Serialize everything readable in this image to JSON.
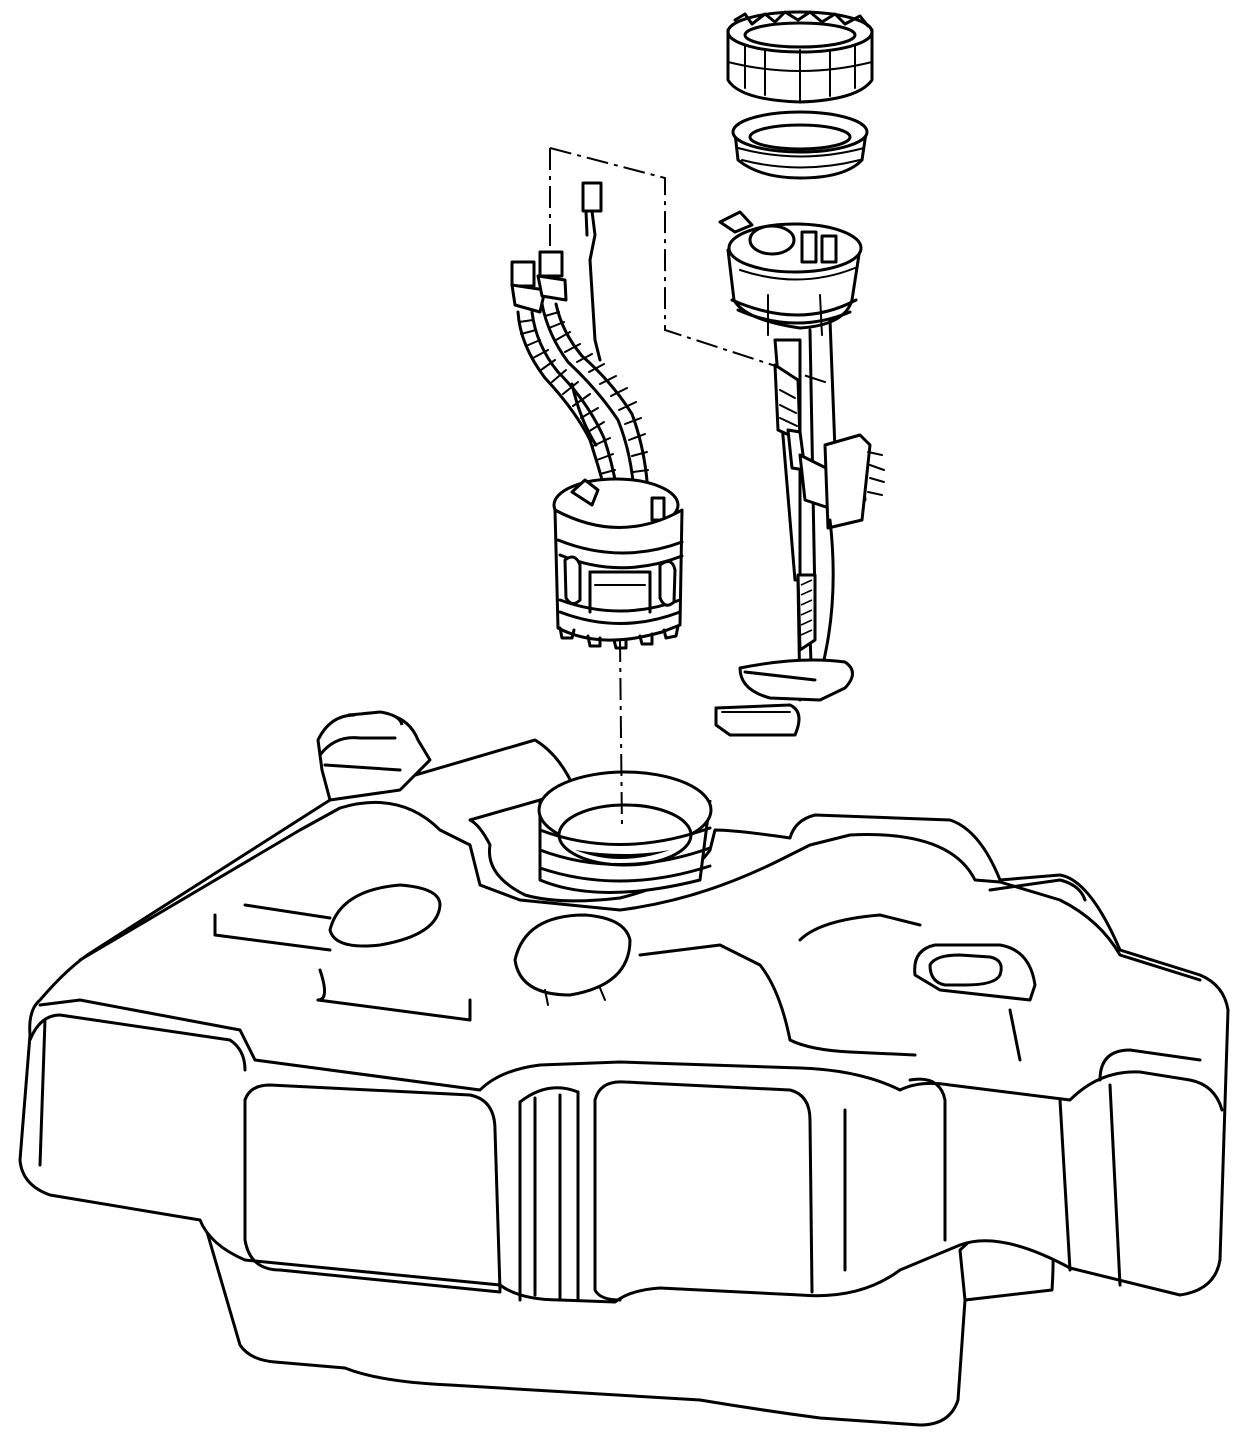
{
  "figure": {
    "kind": "exploded-view line drawing",
    "line_color": "#000000",
    "background_color": "#ffffff"
  },
  "parts": [
    {
      "id": "lock-ring",
      "icon": "lock-ring-icon"
    },
    {
      "id": "seal-ring",
      "icon": "seal-ring-icon"
    },
    {
      "id": "flange",
      "icon": "flange-icon"
    },
    {
      "id": "level-sender",
      "icon": "level-sender-icon"
    },
    {
      "id": "pump-module",
      "icon": "pump-module-icon"
    },
    {
      "id": "fuel-tank",
      "icon": "fuel-tank-icon"
    }
  ]
}
